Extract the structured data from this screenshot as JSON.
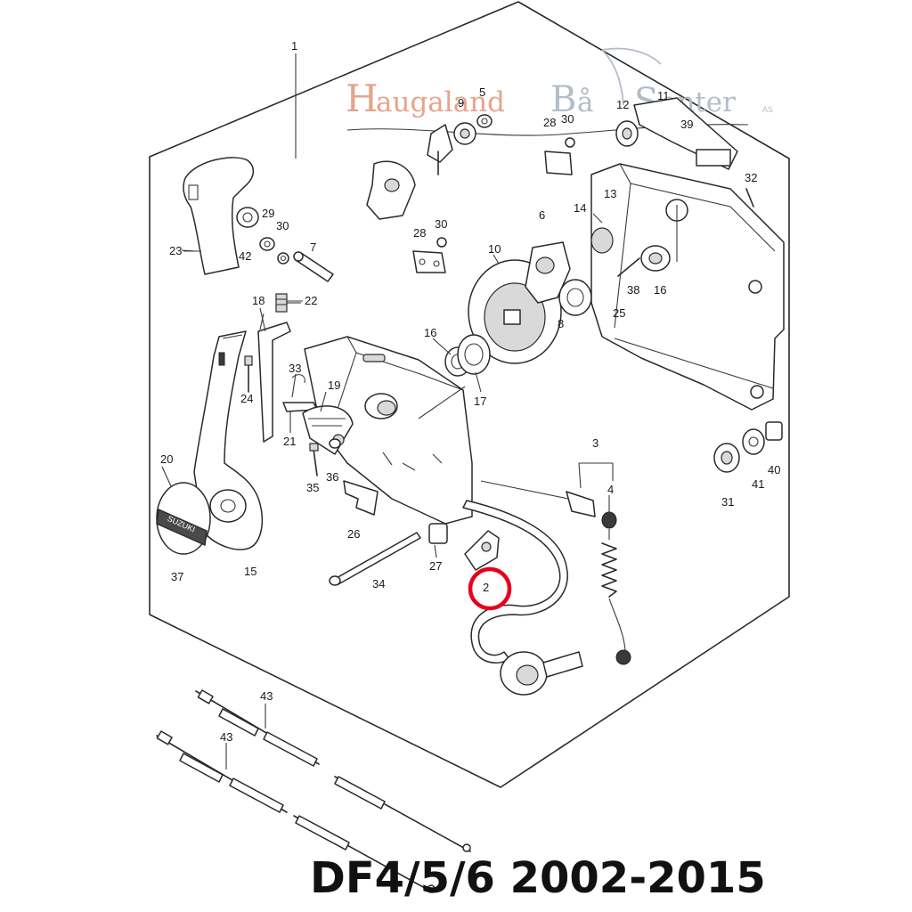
{
  "logo": {
    "letter_h": "H",
    "word_1": "augaland",
    "letter_b": "B",
    "word_2": "å",
    "letter_s": "S",
    "word_3": "enter",
    "suffix": "AS",
    "accent_color": "#e6a48e",
    "secondary_color": "#b3bcc9"
  },
  "title": "DF4/5/6 2002-2015",
  "highlight": {
    "part_number": "2",
    "color": "#e8001c"
  },
  "callouts": [
    "1",
    "2",
    "3",
    "4",
    "5",
    "6",
    "7",
    "8",
    "9",
    "10",
    "11",
    "12",
    "13",
    "14",
    "15",
    "16",
    "16",
    "17",
    "18",
    "19",
    "20",
    "21",
    "22",
    "23",
    "24",
    "25",
    "26",
    "27",
    "28",
    "28",
    "29",
    "30",
    "30",
    "30",
    "31",
    "32",
    "33",
    "34",
    "35",
    "36",
    "37",
    "38",
    "39",
    "40",
    "41",
    "42",
    "43",
    "43"
  ]
}
